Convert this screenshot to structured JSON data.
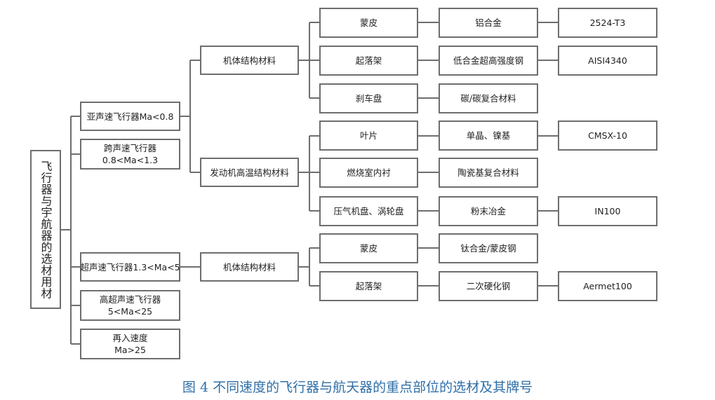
{
  "diagram": {
    "root": "飞行器与宇航器的选材用材",
    "speed_classes": {
      "subsonic": "亚声速飞行器Ma<0.8",
      "transonic_1": "跨声速飞行器",
      "transonic_2": "0.8<Ma<1.3",
      "supersonic": "超声速飞行器1.3<Ma<5",
      "hypersonic_1": "高超声速飞行器",
      "hypersonic_2": "5<Ma<25",
      "reentry_1": "再入速度",
      "reentry_2": "Ma>25"
    },
    "material_groups": {
      "airframe_a": "机体结构材料",
      "engine": "发动机高温结构材料",
      "airframe_b": "机体结构材料"
    },
    "parts": {
      "skin_a": "蒙皮",
      "gear_a": "起落架",
      "brake": "刹车盘",
      "blade": "叶片",
      "combustor": "燃烧室内衬",
      "compressor": "压气机盘、涡轮盘",
      "skin_b": "蒙皮",
      "gear_b": "起落架"
    },
    "materials": {
      "al_alloy": "铝合金",
      "hsla_steel": "低合金超高强度钢",
      "cc_composite": "碳/碳复合材料",
      "single_crystal": "单晶、镍基",
      "ceramic": "陶瓷基复合材料",
      "powder": "粉末冶金",
      "ti_alloy": "钛合金/蒙皮钢",
      "secondary": "二次硬化钢"
    },
    "grades": {
      "g2524": "2524-T3",
      "aisi": "AISI4340",
      "cmsx": "CMSX-10",
      "in100": "IN100",
      "aermet": "Aermet100"
    }
  },
  "caption": "图 4 不同速度的飞行器与航天器的重点部位的选材及其牌号"
}
